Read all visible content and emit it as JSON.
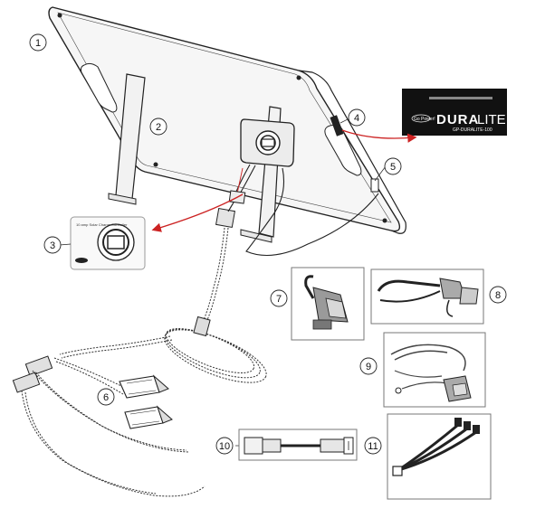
{
  "callouts": [
    "1",
    "2",
    "3",
    "4",
    "5",
    "6",
    "7",
    "8",
    "9",
    "10",
    "11"
  ],
  "label_box": {
    "brand": "DURA",
    "brand_suffix": "LITE",
    "model": "GP-DURALITE-100",
    "logo_text": "Go Power!"
  },
  "controller_detail": {
    "title": "10 amp Solar Charge Controller",
    "logo_text": "Go Power!"
  },
  "colors": {
    "arrow": "#cc2222",
    "line": "#222222",
    "panel_fill": "#f4f4f4"
  }
}
